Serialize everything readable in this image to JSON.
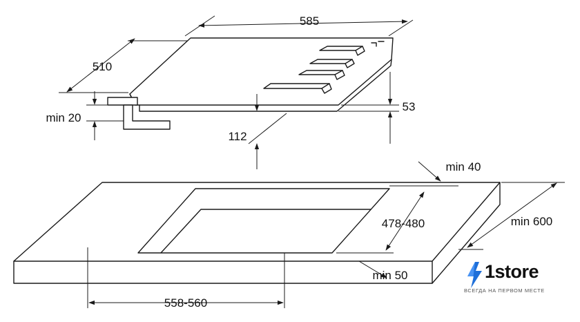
{
  "dimensions": {
    "width": "585",
    "depth": "510",
    "min_edge": "min 20",
    "height_total": "112",
    "height_top": "53",
    "min_rear": "min 40",
    "cutout_depth": "478-480",
    "min_counter_depth": "min 600",
    "min_front": "min 50",
    "cutout_width": "558-560"
  },
  "brand": {
    "name": "1store",
    "tagline": "ВСЕГДА НА ПЕРВОМ МЕСТЕ",
    "accent_color": "#1e6fd9"
  }
}
